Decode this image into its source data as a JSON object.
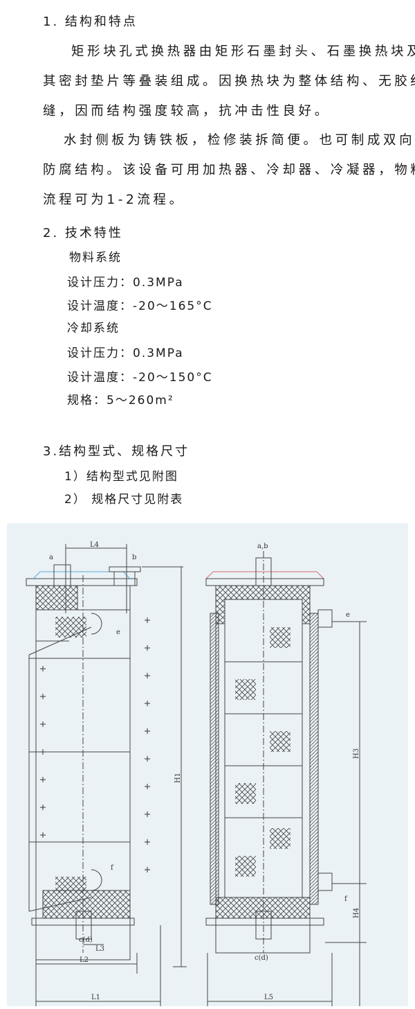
{
  "section1": {
    "heading": "1. 结构和特点",
    "lines": [
      "矩形块孔式换热器由矩形石墨封头、石墨换热块及",
      "其密封垫片等叠装组成。因换热块为整体结构、无胶结",
      "缝，因而结构强度较高，抗冲击性良好。",
      "水封侧板为铸铁板，检修装拆简便。也可制成双向",
      "防腐结构。该设备可用加热器、冷却器、冷凝器，物料",
      "流程可为1-2流程。"
    ]
  },
  "section2": {
    "heading": "2. 技术特性",
    "items": [
      "物料系统",
      "设计压力：0.3MPa",
      "设计温度：-20～165°C",
      "冷却系统",
      "设计压力：0.3MPa",
      "设计温度：-20～150°C",
      "规格：5～260m²"
    ]
  },
  "section3": {
    "heading": "3.结构型式、规格尺寸",
    "items": [
      "1）结构型式见附图",
      "2） 规格尺寸见附表"
    ]
  },
  "drawing": {
    "labels": {
      "L4": "L4",
      "a": "a",
      "b": "b",
      "e_left": "e",
      "H1": "H1",
      "f_left": "f",
      "cd_left": "c(d)",
      "L3": "L3",
      "L2": "L2",
      "L1": "L1",
      "ab": "a,b",
      "e_right": "e",
      "H3": "H3",
      "f_right": "f",
      "H4": "H4",
      "cd_right": "c(d)",
      "L5": "L5"
    }
  }
}
